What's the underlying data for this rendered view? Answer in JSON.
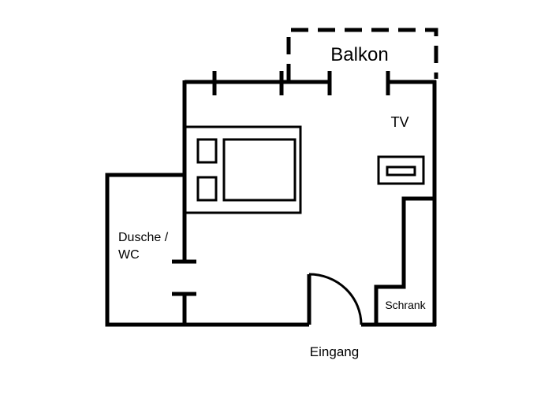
{
  "labels": {
    "balcony": "Balkon",
    "tv": "TV",
    "shower_line1": "Dusche /",
    "shower_line2": "WC",
    "wardrobe": "Schrank",
    "entrance": "Eingang"
  },
  "colors": {
    "line": "#000000",
    "background": "#ffffff"
  }
}
